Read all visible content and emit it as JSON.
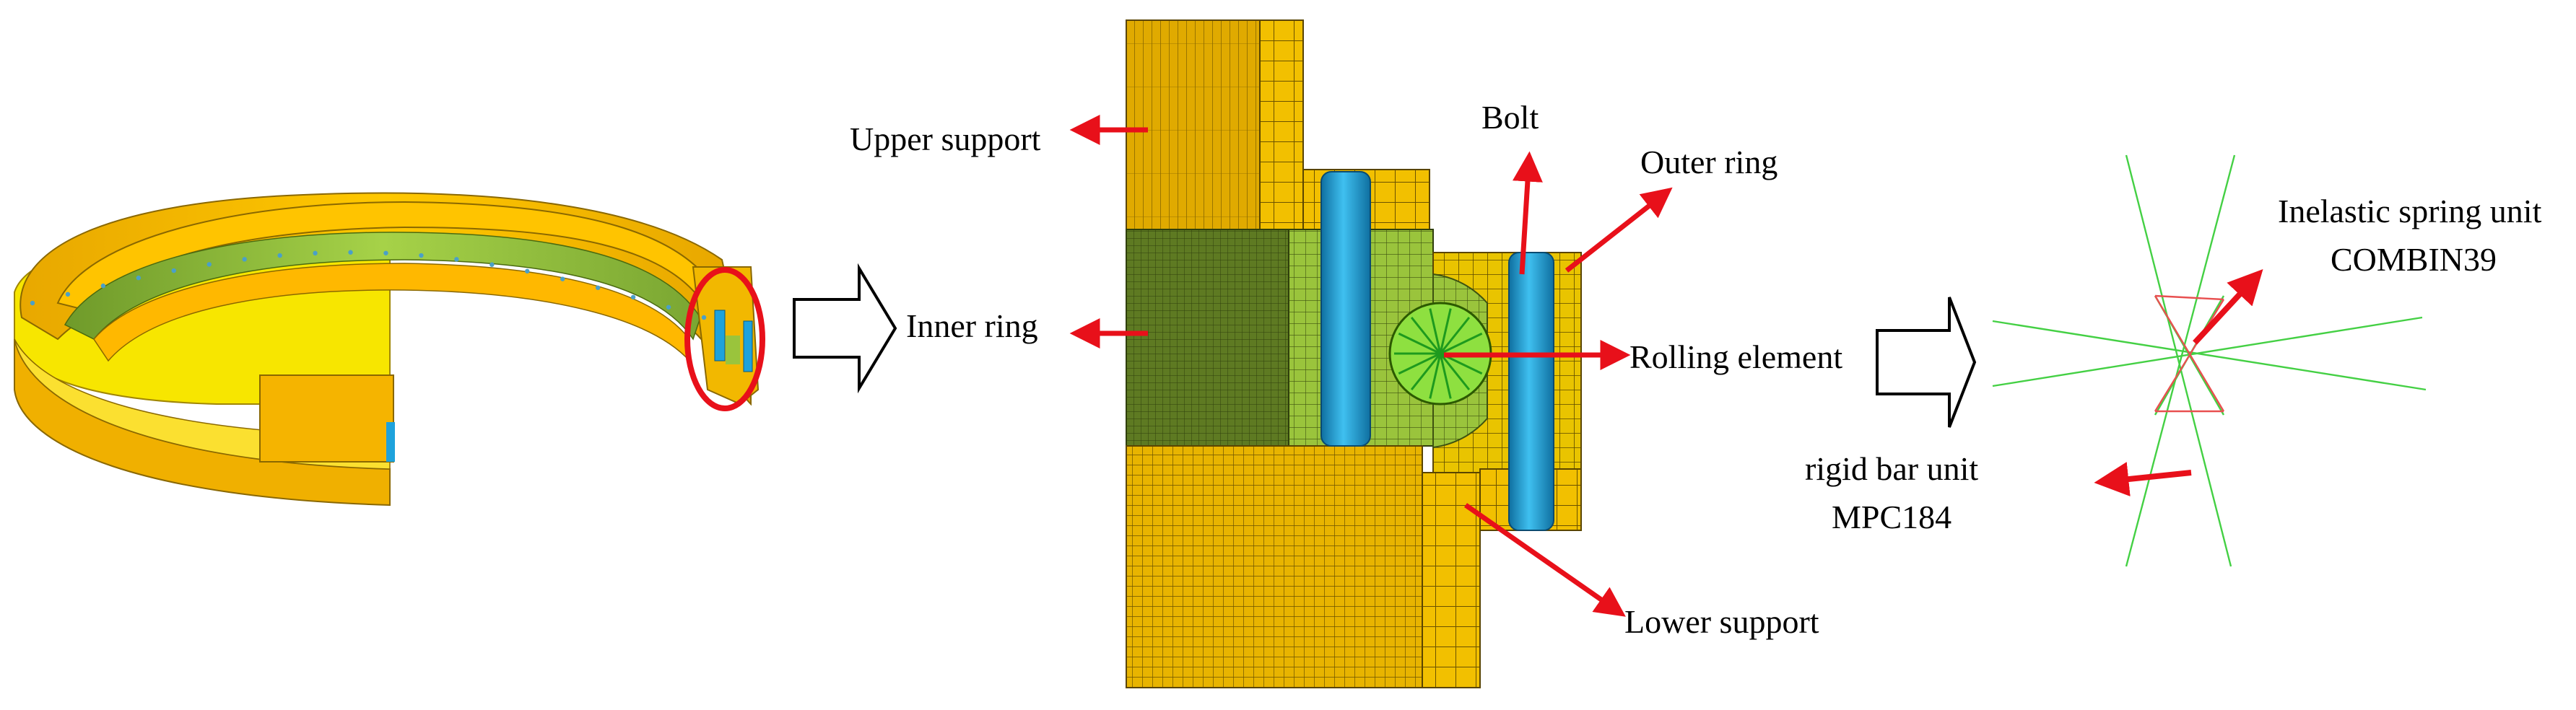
{
  "colors": {
    "yellow_part": "#f2b800",
    "yellow_light": "#f7dc10",
    "green_part": "#8ec63f",
    "green_dark": "#556b1e",
    "blue_bolt": "#1ea2dc",
    "highlight_red": "#e8101a",
    "arrow_red": "#e8101a",
    "spring_green": "#44d044",
    "spring_red": "#e85050"
  },
  "labels": {
    "upper_support": "Upper support",
    "inner_ring": "Inner ring",
    "bolt": "Bolt",
    "outer_ring": "Outer ring",
    "rolling_element": "Rolling element",
    "lower_support": "Lower support",
    "spring_unit_line1": "Inelastic spring unit",
    "spring_unit_line2": "COMBIN39",
    "rigid_bar_line1": "rigid bar unit",
    "rigid_bar_line2": "MPC184"
  }
}
